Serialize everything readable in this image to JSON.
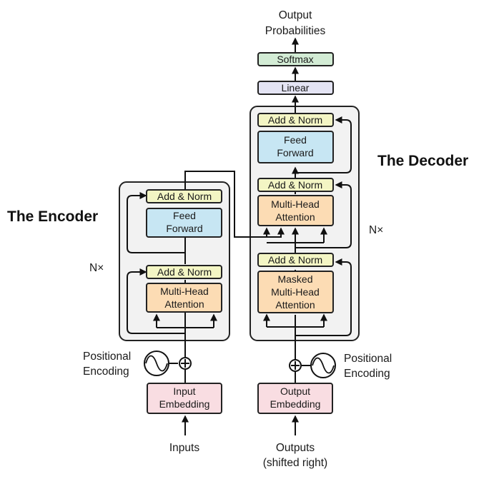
{
  "headings": {
    "encoder": "The Encoder",
    "decoder": "The Decoder"
  },
  "top_label": {
    "line1": "Output",
    "line2": "Probabilities"
  },
  "blocks": {
    "softmax": "Softmax",
    "linear": "Linear",
    "add_norm": "Add & Norm",
    "feed_forward": {
      "line1": "Feed",
      "line2": "Forward"
    },
    "multi_head": {
      "line1": "Multi-Head",
      "line2": "Attention"
    },
    "masked": {
      "line1": "Masked",
      "line2": "Multi-Head",
      "line3": "Attention"
    },
    "input_embedding": {
      "line1": "Input",
      "line2": "Embedding"
    },
    "output_embedding": {
      "line1": "Output",
      "line2": "Embedding"
    }
  },
  "positional": {
    "line1": "Positional",
    "line2": "Encoding"
  },
  "repeat": "N×",
  "inputs": "Inputs",
  "outputs": {
    "line1": "Outputs",
    "line2": "(shifted right)"
  },
  "colors": {
    "add_norm": "#f3f5c4",
    "feed_forward": "#c7e6f3",
    "attention": "#fcdcb4",
    "embedding": "#f9dde2",
    "softmax": "#d3ecd5",
    "linear": "#e4e4f4",
    "stack_bg": "#f2f2f2"
  }
}
